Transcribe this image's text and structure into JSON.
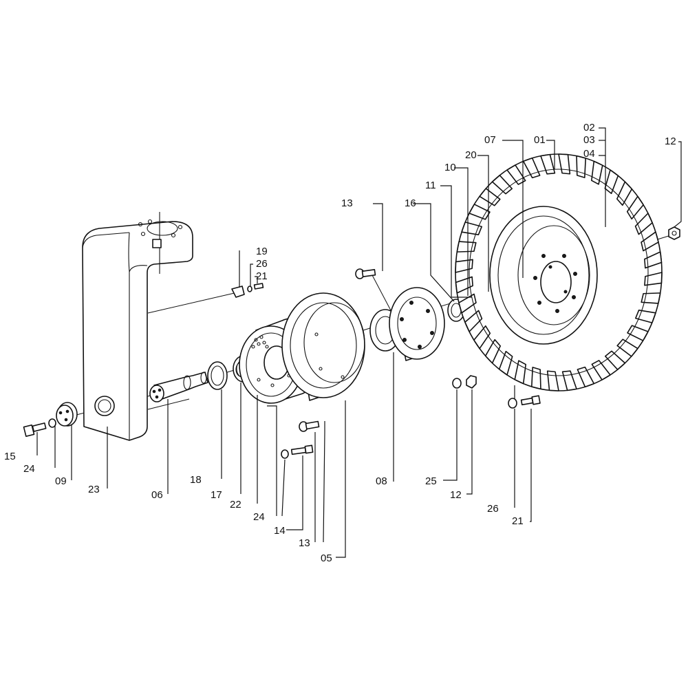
{
  "callouts": [
    {
      "id": "c01",
      "text": "01"
    },
    {
      "id": "c02",
      "text": "02"
    },
    {
      "id": "c03",
      "text": "03"
    },
    {
      "id": "c04",
      "text": "04"
    },
    {
      "id": "c05",
      "text": "05"
    },
    {
      "id": "c06",
      "text": "06"
    },
    {
      "id": "c07",
      "text": "07"
    },
    {
      "id": "c08",
      "text": "08"
    },
    {
      "id": "c09",
      "text": "09"
    },
    {
      "id": "c10",
      "text": "10"
    },
    {
      "id": "c11",
      "text": "11"
    },
    {
      "id": "c12a",
      "text": "12"
    },
    {
      "id": "c12b",
      "text": "12"
    },
    {
      "id": "c13a",
      "text": "13"
    },
    {
      "id": "c13b",
      "text": "13"
    },
    {
      "id": "c14",
      "text": "14"
    },
    {
      "id": "c15",
      "text": "15"
    },
    {
      "id": "c16",
      "text": "16"
    },
    {
      "id": "c17",
      "text": "17"
    },
    {
      "id": "c18",
      "text": "18"
    },
    {
      "id": "c19",
      "text": "19"
    },
    {
      "id": "c20",
      "text": "20"
    },
    {
      "id": "c21a",
      "text": "21"
    },
    {
      "id": "c21b",
      "text": "21"
    },
    {
      "id": "c22",
      "text": "22"
    },
    {
      "id": "c23",
      "text": "23"
    },
    {
      "id": "c24a",
      "text": "24"
    },
    {
      "id": "c24b",
      "text": "24"
    },
    {
      "id": "c25",
      "text": "25"
    },
    {
      "id": "c26a",
      "text": "26"
    },
    {
      "id": "c26b",
      "text": "26"
    }
  ]
}
